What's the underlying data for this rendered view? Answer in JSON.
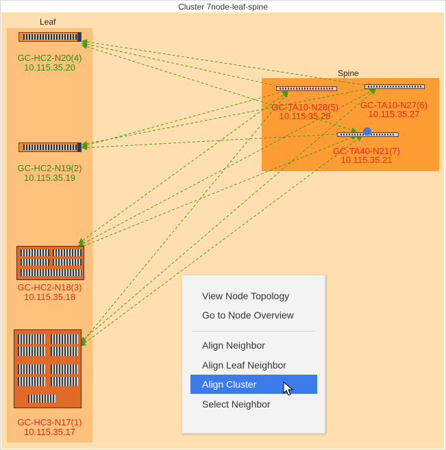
{
  "cluster": {
    "title": "Cluster 7node-leaf-spine"
  },
  "groups": {
    "leaf_label": "Leaf",
    "spine_label": "Spine"
  },
  "nodes": {
    "n20": {
      "name": "GC-HC2-N20(4)",
      "ip": "10.115.35.20",
      "color": "#2e8b12"
    },
    "n19": {
      "name": "GC-HC2-N19(2)",
      "ip": "10.115.35.19",
      "color": "#2e8b12"
    },
    "n18": {
      "name": "GC-HC2-N18(3)",
      "ip": "10.115.35.18",
      "color": "#e8281c"
    },
    "n17": {
      "name": "GC-HC3-N17(1)",
      "ip": "10.115.35.17",
      "color": "#e8281c"
    },
    "n28": {
      "name": "GC-TA10-N28(5)",
      "ip": "10.115.35.28",
      "color": "#e8281c"
    },
    "n27": {
      "name": "GC-TA10-N27(6)",
      "ip": "10.115.35.27",
      "color": "#e8281c"
    },
    "n21": {
      "name": "GC-TA40-N21(7)",
      "ip": "10.115.35.21",
      "color": "#e8281c"
    }
  },
  "context_menu": {
    "view_node_topology": "View Node Topology",
    "go_to_node_overview": "Go to Node Overview",
    "align_neighbor": "Align Neighbor",
    "align_leaf_neighbor": "Align Leaf Neighbor",
    "align_cluster": "Align Cluster",
    "select_neighbor": "Select Neighbor"
  },
  "colors": {
    "link": "#4a9a1a",
    "leaf_bg": "#ffc27c",
    "spine_bg": "#ff9d35",
    "canvas_bg": "#ffdfb0",
    "selected": "#3d7bea"
  }
}
